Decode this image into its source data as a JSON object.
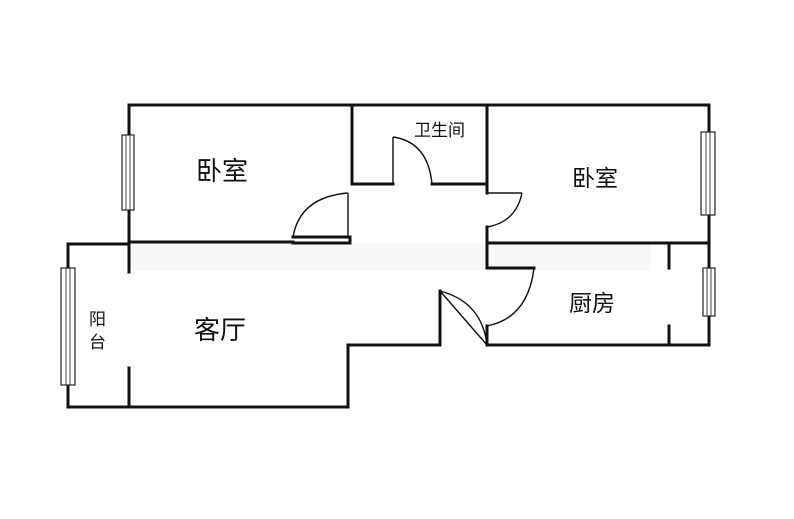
{
  "rooms": {
    "bedroom_left": "卧室",
    "bedroom_right": "卧室",
    "bathroom": "卫生间",
    "living_room": "客厅",
    "kitchen": "厨房",
    "balcony_top": "阳",
    "balcony_bottom": "台"
  }
}
